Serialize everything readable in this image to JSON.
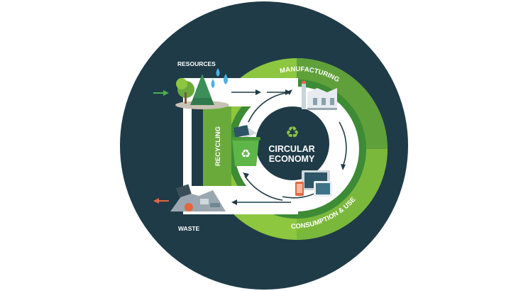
{
  "center": {
    "title_line1": "CIRCULAR",
    "title_line2": "ECONOMY",
    "icon": "recycle-icon"
  },
  "stages": {
    "resources": "RESOURCES",
    "manufacturing": "MANUFACTURING",
    "consumption": "CONSUMPTION & USE",
    "recycling": "RECYCLING",
    "waste": "WASTE"
  },
  "colors": {
    "outer_disc": "#1f3b47",
    "light_green": "#8dc63f",
    "mid_green": "#6aaa3a",
    "dark_green": "#3d8b35",
    "input_arrow": "#4caf50",
    "output_arrow": "#e2673e",
    "white": "#ffffff"
  }
}
